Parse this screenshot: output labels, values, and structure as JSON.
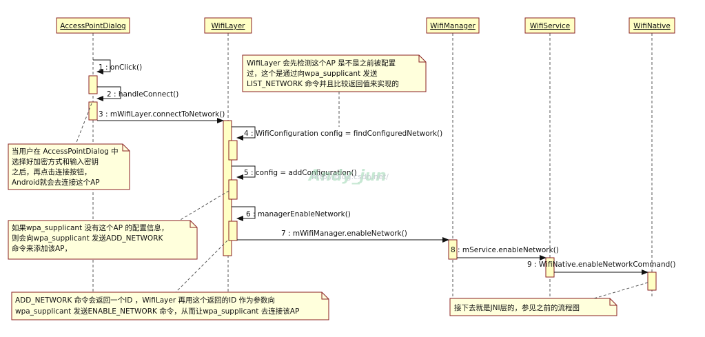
{
  "participants": [
    "AccessPointDialog",
    "WifiLayer",
    "WifiManager",
    "WifiService",
    "WifiNative"
  ],
  "messages": [
    "1 : onClick()",
    "2 : handleConnect()",
    "3 : mWifiLayer.connectToNetwork()",
    "4 : WifiConfiguration config = findConfiguredNetwork()",
    "5 : config = addConfiguration()",
    "6 : managerEnableNetwork()",
    "7 : mWifiManager.enableNetwork()",
    "8 : mService.enableNetwork()",
    "9 : WifiNative.enableNetworkCommand()"
  ],
  "notes": {
    "wifilayer_check": [
      "WifiLayer 会先检测这个AP 是不是之前被配置",
      "过，这个是通过向wpa_supplicant 发送",
      "LIST_NETWORK 命令并且比较返回值来实现的"
    ],
    "user_select": [
      "当用户在 AccessPointDialog 中",
      "选择好加密方式和输入密钥",
      "之后，再点击连接按钮，",
      "Android就会去连接这个AP"
    ],
    "add_network": [
      "如果wpa_supplicant 没有这个AP 的配置信息，",
      "则会向wpa_supplicant 发送ADD_NETWORK",
      "命令来添加该AP，"
    ],
    "return_id": [
      "ADD_NETWORK 命令会返回一个ID ，WifiLayer 再用这个返回的ID 作为参数向",
      "wpa_supplicant 发送ENABLE_NETWORK 命令，从而让wpa_supplicant 去连接该AP"
    ],
    "jni": [
      "接下去就是JNI层的，参见之前的流程图"
    ]
  },
  "watermark": {
    "main": "Andy_jun",
    "sub": "http://blog.csdn.net/"
  },
  "colors": {
    "header_fill": "#FFFFC4",
    "note_fill": "#FFFFDC",
    "activation_fill": "#FFFFC4",
    "border": "#8A1F1F",
    "line": "#222222"
  }
}
